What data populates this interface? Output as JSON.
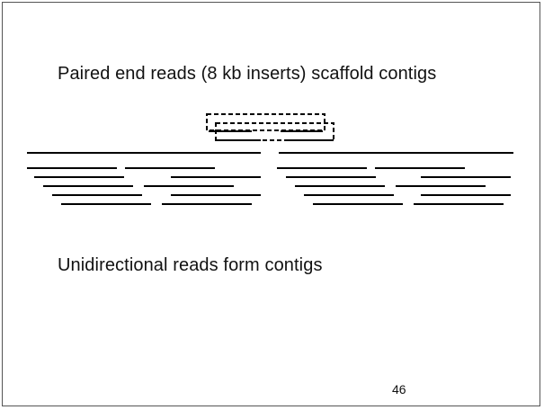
{
  "slide": {
    "heading_top": "Paired end reads (8 kb inserts) scaffold contigs",
    "heading_bottom": "Unidirectional reads form contigs",
    "page_number": "46"
  },
  "colors": {
    "line": "#000000",
    "border": "#555555",
    "background": "#ffffff"
  }
}
